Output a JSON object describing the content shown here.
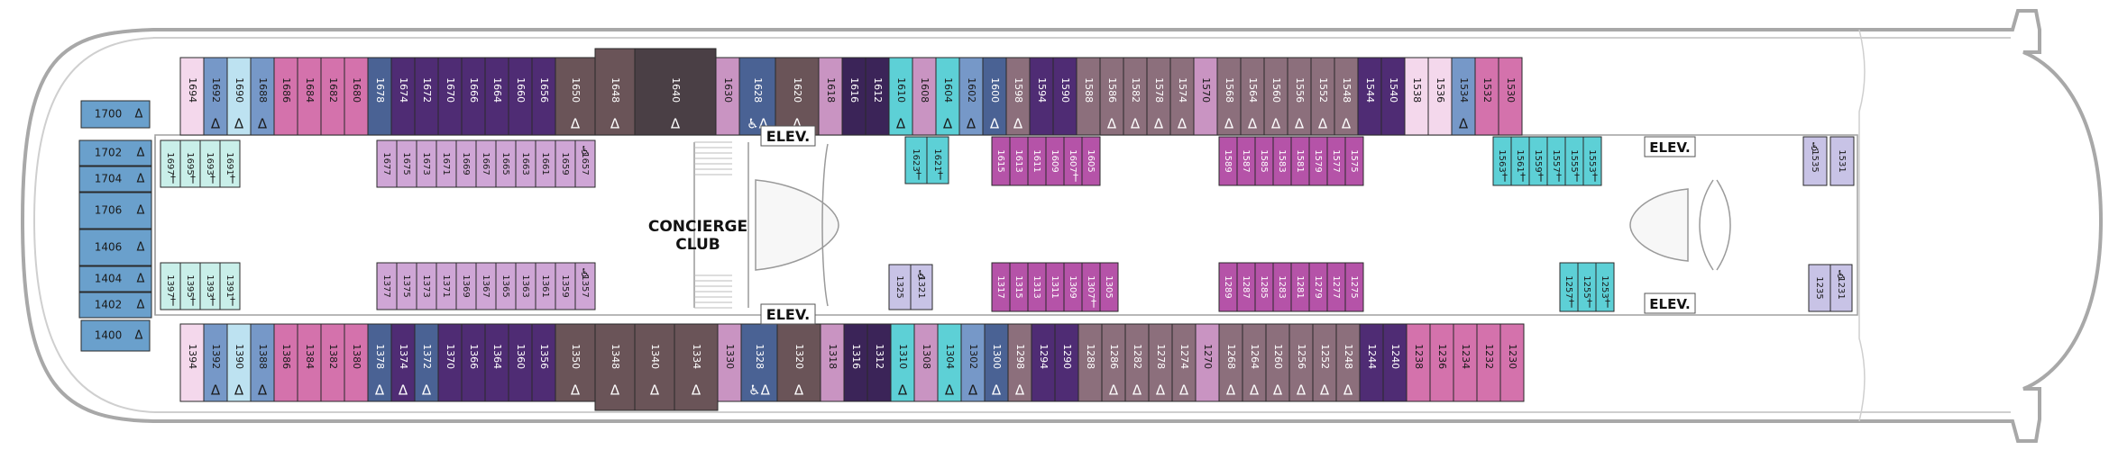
{
  "colors": {
    "aft_suite": "#6aa0cc",
    "grand_suite": "#4a3f45",
    "junior_suite": "#6a5458",
    "balcony_dark": "#3b2458",
    "balcony_purple": "#4f2c74",
    "balcony_mauve": "#8c6f7c",
    "balcony_pink": "#c994c2",
    "balcony_rose": "#d472ac",
    "balcony_lilac": "#e6a9d3",
    "balcony_slate": "#4a6294",
    "balcony_blue": "#7698c8",
    "balcony_periwinkle": "#c8bfe0",
    "balcony_light": "#f4d8ec",
    "interior_purple": "#a974c4",
    "interior_magenta": "#b553a8",
    "interior_lavender": "#cfa6d6",
    "interior_cyan": "#5dd0d6",
    "interior_mint": "#c9efe9",
    "interior_sky": "#bde2f1",
    "interior_periwinkle": "#c8c3e6"
  },
  "aft_cabins": [
    {
      "label": "1700",
      "delta": true
    },
    {
      "label": "1702",
      "delta": true
    },
    {
      "label": "1704",
      "delta": true
    },
    {
      "label": "1706",
      "delta": true
    },
    {
      "label": "1406",
      "delta": true
    },
    {
      "label": "1404",
      "delta": true
    },
    {
      "label": "1402",
      "delta": true
    },
    {
      "label": "1400",
      "delta": true
    }
  ],
  "top_row": [
    {
      "n": "1694",
      "c": "balcony_light",
      "tag": ""
    },
    {
      "n": "1692",
      "c": "balcony_blue",
      "tag": "Δ"
    },
    {
      "n": "1690",
      "c": "interior_sky",
      "tag": "Δ"
    },
    {
      "n": "1688",
      "c": "balcony_blue",
      "tag": "Δ"
    },
    {
      "n": "1686",
      "c": "balcony_rose",
      "tag": ""
    },
    {
      "n": "1684",
      "c": "balcony_rose",
      "tag": ""
    },
    {
      "n": "1682",
      "c": "balcony_rose",
      "tag": ""
    },
    {
      "n": "1680",
      "c": "balcony_rose",
      "tag": ""
    },
    {
      "n": "1678",
      "c": "balcony_slate",
      "tag": ""
    },
    {
      "n": "1674",
      "c": "balcony_purple",
      "tag": ""
    },
    {
      "n": "1672",
      "c": "balcony_purple",
      "tag": ""
    },
    {
      "n": "1670",
      "c": "balcony_purple",
      "tag": ""
    },
    {
      "n": "1666",
      "c": "balcony_purple",
      "tag": ""
    },
    {
      "n": "1664",
      "c": "balcony_purple",
      "tag": ""
    },
    {
      "n": "1660",
      "c": "balcony_purple",
      "tag": ""
    },
    {
      "n": "1656",
      "c": "balcony_purple",
      "tag": ""
    },
    {
      "n": "1650",
      "c": "junior_suite",
      "tag": "Δ"
    },
    {
      "n": "1648",
      "c": "junior_suite",
      "tag": "Δ"
    },
    {
      "n": "1640",
      "c": "grand_suite",
      "tag": "Δ"
    },
    {
      "n": "1630",
      "c": "balcony_pink",
      "tag": ""
    },
    {
      "n": "1628",
      "c": "balcony_slate",
      "tag": "♿Δ"
    },
    {
      "n": "1620",
      "c": "junior_suite",
      "tag": "Δ"
    },
    {
      "n": "1618",
      "c": "balcony_pink",
      "tag": ""
    },
    {
      "n": "1616",
      "c": "balcony_dark",
      "tag": ""
    },
    {
      "n": "1612",
      "c": "balcony_dark",
      "tag": ""
    },
    {
      "n": "1610",
      "c": "interior_cyan",
      "tag": "Δ"
    },
    {
      "n": "1608",
      "c": "balcony_pink",
      "tag": ""
    },
    {
      "n": "1604",
      "c": "interior_cyan",
      "tag": "Δ"
    },
    {
      "n": "1602",
      "c": "balcony_blue",
      "tag": "Δ"
    },
    {
      "n": "1600",
      "c": "balcony_slate",
      "tag": "Δ"
    },
    {
      "n": "1598",
      "c": "balcony_mauve",
      "tag": "Δ"
    },
    {
      "n": "1594",
      "c": "balcony_purple",
      "tag": ""
    },
    {
      "n": "1590",
      "c": "balcony_purple",
      "tag": ""
    },
    {
      "n": "1588",
      "c": "balcony_mauve",
      "tag": ""
    },
    {
      "n": "1586",
      "c": "balcony_mauve",
      "tag": "Δ"
    },
    {
      "n": "1582",
      "c": "balcony_mauve",
      "tag": "Δ"
    },
    {
      "n": "1578",
      "c": "balcony_mauve",
      "tag": "Δ"
    },
    {
      "n": "1574",
      "c": "balcony_mauve",
      "tag": "Δ"
    },
    {
      "n": "1570",
      "c": "balcony_pink",
      "tag": ""
    },
    {
      "n": "1568",
      "c": "balcony_mauve",
      "tag": "Δ"
    },
    {
      "n": "1564",
      "c": "balcony_mauve",
      "tag": "Δ"
    },
    {
      "n": "1560",
      "c": "balcony_mauve",
      "tag": "Δ"
    },
    {
      "n": "1556",
      "c": "balcony_mauve",
      "tag": "Δ"
    },
    {
      "n": "1552",
      "c": "balcony_mauve",
      "tag": "Δ"
    },
    {
      "n": "1548",
      "c": "balcony_mauve",
      "tag": "Δ"
    },
    {
      "n": "1544",
      "c": "balcony_purple",
      "tag": ""
    },
    {
      "n": "1540",
      "c": "balcony_purple",
      "tag": ""
    },
    {
      "n": "1538",
      "c": "balcony_light",
      "tag": ""
    },
    {
      "n": "1536",
      "c": "balcony_light",
      "tag": ""
    },
    {
      "n": "1534",
      "c": "balcony_blue",
      "tag": "Δ"
    },
    {
      "n": "1532",
      "c": "balcony_rose",
      "tag": ""
    },
    {
      "n": "1530",
      "c": "balcony_rose",
      "tag": ""
    }
  ],
  "bottom_row": [
    {
      "n": "1394",
      "c": "balcony_light",
      "tag": ""
    },
    {
      "n": "1392",
      "c": "balcony_blue",
      "tag": "Δ"
    },
    {
      "n": "1390",
      "c": "interior_sky",
      "tag": "Δ"
    },
    {
      "n": "1388",
      "c": "balcony_blue",
      "tag": "Δ"
    },
    {
      "n": "1386",
      "c": "balcony_rose",
      "tag": ""
    },
    {
      "n": "1384",
      "c": "balcony_rose",
      "tag": ""
    },
    {
      "n": "1382",
      "c": "balcony_rose",
      "tag": ""
    },
    {
      "n": "1380",
      "c": "balcony_rose",
      "tag": ""
    },
    {
      "n": "1378",
      "c": "balcony_slate",
      "tag": "Δ"
    },
    {
      "n": "1374",
      "c": "balcony_purple",
      "tag": "Δ"
    },
    {
      "n": "1372",
      "c": "balcony_slate",
      "tag": "Δ"
    },
    {
      "n": "1370",
      "c": "balcony_purple",
      "tag": ""
    },
    {
      "n": "1366",
      "c": "balcony_purple",
      "tag": ""
    },
    {
      "n": "1364",
      "c": "balcony_purple",
      "tag": ""
    },
    {
      "n": "1360",
      "c": "balcony_purple",
      "tag": ""
    },
    {
      "n": "1356",
      "c": "balcony_purple",
      "tag": ""
    },
    {
      "n": "1350",
      "c": "junior_suite",
      "tag": "Δ"
    },
    {
      "n": "1348",
      "c": "junior_suite",
      "tag": "Δ"
    },
    {
      "n": "1340",
      "c": "junior_suite",
      "tag": "Δ"
    },
    {
      "n": "1334",
      "c": "junior_suite",
      "tag": "Δ"
    },
    {
      "n": "1330",
      "c": "balcony_pink",
      "tag": ""
    },
    {
      "n": "1328",
      "c": "balcony_slate",
      "tag": "♿Δ"
    },
    {
      "n": "1320",
      "c": "junior_suite",
      "tag": "Δ"
    },
    {
      "n": "1318",
      "c": "balcony_pink",
      "tag": ""
    },
    {
      "n": "1316",
      "c": "balcony_dark",
      "tag": ""
    },
    {
      "n": "1312",
      "c": "balcony_dark",
      "tag": ""
    },
    {
      "n": "1310",
      "c": "interior_cyan",
      "tag": "Δ"
    },
    {
      "n": "1308",
      "c": "balcony_pink",
      "tag": ""
    },
    {
      "n": "1304",
      "c": "interior_cyan",
      "tag": "Δ"
    },
    {
      "n": "1302",
      "c": "balcony_blue",
      "tag": "Δ"
    },
    {
      "n": "1300",
      "c": "balcony_slate",
      "tag": "Δ"
    },
    {
      "n": "1298",
      "c": "balcony_mauve",
      "tag": "Δ"
    },
    {
      "n": "1294",
      "c": "balcony_purple",
      "tag": ""
    },
    {
      "n": "1290",
      "c": "balcony_purple",
      "tag": ""
    },
    {
      "n": "1288",
      "c": "balcony_mauve",
      "tag": ""
    },
    {
      "n": "1286",
      "c": "balcony_mauve",
      "tag": "Δ"
    },
    {
      "n": "1282",
      "c": "balcony_mauve",
      "tag": "Δ"
    },
    {
      "n": "1278",
      "c": "balcony_mauve",
      "tag": "Δ"
    },
    {
      "n": "1274",
      "c": "balcony_mauve",
      "tag": "Δ"
    },
    {
      "n": "1270",
      "c": "balcony_pink",
      "tag": ""
    },
    {
      "n": "1268",
      "c": "balcony_mauve",
      "tag": "Δ"
    },
    {
      "n": "1264",
      "c": "balcony_mauve",
      "tag": "Δ"
    },
    {
      "n": "1260",
      "c": "balcony_mauve",
      "tag": "Δ"
    },
    {
      "n": "1256",
      "c": "balcony_mauve",
      "tag": "Δ"
    },
    {
      "n": "1252",
      "c": "balcony_mauve",
      "tag": "Δ"
    },
    {
      "n": "1248",
      "c": "balcony_mauve",
      "tag": "Δ"
    },
    {
      "n": "1244",
      "c": "balcony_purple",
      "tag": ""
    },
    {
      "n": "1240",
      "c": "balcony_purple",
      "tag": ""
    },
    {
      "n": "1238",
      "c": "balcony_rose",
      "tag": ""
    },
    {
      "n": "1236",
      "c": "balcony_rose",
      "tag": ""
    },
    {
      "n": "1234",
      "c": "balcony_rose",
      "tag": ""
    },
    {
      "n": "1232",
      "c": "balcony_rose",
      "tag": ""
    },
    {
      "n": "1230",
      "c": "balcony_rose",
      "tag": ""
    }
  ],
  "inner_groups": [
    {
      "c": "interior_mint",
      "cells": [
        {
          "n": "1697",
          "t": "†"
        },
        {
          "n": "1695",
          "t": "†"
        },
        {
          "n": "1693",
          "t": "†"
        },
        {
          "n": "1691",
          "t": "†"
        }
      ]
    },
    {
      "c": "interior_mint",
      "cells": [
        {
          "n": "1397",
          "t": "†"
        },
        {
          "n": "1395",
          "t": "†"
        },
        {
          "n": "1393",
          "t": "†"
        },
        {
          "n": "1391",
          "t": "†"
        }
      ]
    },
    {
      "c": "interior_lavender",
      "cells": [
        {
          "n": "1677",
          "t": ""
        },
        {
          "n": "1675",
          "t": ""
        },
        {
          "n": "1673",
          "t": ""
        },
        {
          "n": "1671",
          "t": ""
        },
        {
          "n": "1669",
          "t": ""
        },
        {
          "n": "1667",
          "t": ""
        },
        {
          "n": "1665",
          "t": ""
        },
        {
          "n": "1663",
          "t": ""
        },
        {
          "n": "1661",
          "t": ""
        },
        {
          "n": "1659",
          "t": ""
        },
        {
          "n": "1657",
          "t": "♿"
        }
      ]
    },
    {
      "c": "interior_lavender",
      "cells": [
        {
          "n": "1377",
          "t": ""
        },
        {
          "n": "1375",
          "t": ""
        },
        {
          "n": "1373",
          "t": ""
        },
        {
          "n": "1371",
          "t": ""
        },
        {
          "n": "1369",
          "t": ""
        },
        {
          "n": "1367",
          "t": ""
        },
        {
          "n": "1365",
          "t": ""
        },
        {
          "n": "1363",
          "t": ""
        },
        {
          "n": "1361",
          "t": ""
        },
        {
          "n": "1359",
          "t": ""
        },
        {
          "n": "1357",
          "t": "♿"
        }
      ]
    },
    {
      "c": "interior_cyan",
      "cells": [
        {
          "n": "1623",
          "t": "†"
        },
        {
          "n": "1621",
          "t": "†"
        }
      ]
    },
    {
      "c": "interior_periwinkle",
      "cells": [
        {
          "n": "1325",
          "t": ""
        },
        {
          "n": "1321",
          "t": "♿"
        }
      ]
    },
    {
      "c": "interior_magenta",
      "cells": [
        {
          "n": "1615",
          "t": ""
        },
        {
          "n": "1613",
          "t": ""
        },
        {
          "n": "1611",
          "t": ""
        },
        {
          "n": "1609",
          "t": ""
        },
        {
          "n": "1607",
          "t": "†"
        },
        {
          "n": "1605",
          "t": ""
        }
      ]
    },
    {
      "c": "interior_magenta",
      "cells": [
        {
          "n": "1317",
          "t": ""
        },
        {
          "n": "1315",
          "t": ""
        },
        {
          "n": "1313",
          "t": ""
        },
        {
          "n": "1311",
          "t": ""
        },
        {
          "n": "1309",
          "t": ""
        },
        {
          "n": "1307",
          "t": "†"
        },
        {
          "n": "1305",
          "t": ""
        }
      ]
    },
    {
      "c": "interior_magenta",
      "cells": [
        {
          "n": "1589",
          "t": ""
        },
        {
          "n": "1587",
          "t": ""
        },
        {
          "n": "1585",
          "t": ""
        },
        {
          "n": "1583",
          "t": ""
        },
        {
          "n": "1581",
          "t": ""
        },
        {
          "n": "1579",
          "t": ""
        },
        {
          "n": "1577",
          "t": ""
        },
        {
          "n": "1575",
          "t": ""
        }
      ]
    },
    {
      "c": "interior_magenta",
      "cells": [
        {
          "n": "1289",
          "t": ""
        },
        {
          "n": "1287",
          "t": ""
        },
        {
          "n": "1285",
          "t": ""
        },
        {
          "n": "1283",
          "t": ""
        },
        {
          "n": "1281",
          "t": ""
        },
        {
          "n": "1279",
          "t": ""
        },
        {
          "n": "1277",
          "t": ""
        },
        {
          "n": "1275",
          "t": ""
        }
      ]
    },
    {
      "c": "interior_cyan",
      "cells": [
        {
          "n": "1563",
          "t": "†"
        },
        {
          "n": "1561",
          "t": "†"
        },
        {
          "n": "1559",
          "t": "†"
        },
        {
          "n": "1557",
          "t": "†"
        },
        {
          "n": "1555",
          "t": "†"
        },
        {
          "n": "1553",
          "t": "†"
        }
      ]
    },
    {
      "c": "interior_cyan",
      "cells": [
        {
          "n": "1257",
          "t": "†"
        },
        {
          "n": "1255",
          "t": "†"
        },
        {
          "n": "1253",
          "t": "†"
        }
      ]
    },
    {
      "c": "interior_periwinkle",
      "cells": [
        {
          "n": "1535",
          "t": "♿"
        }
      ]
    },
    {
      "c": "interior_periwinkle",
      "cells": [
        {
          "n": "1531",
          "t": ""
        }
      ]
    },
    {
      "c": "interior_periwinkle",
      "cells": [
        {
          "n": "1235",
          "t": ""
        },
        {
          "n": "1231",
          "t": "♿"
        }
      ]
    }
  ],
  "labels": {
    "elev_1": "ELEV.",
    "elev_2": "ELEV.",
    "elev_3": "ELEV.",
    "elev_4": "ELEV.",
    "concierge_1": "CONCIERGE",
    "concierge_2": "CLUB"
  }
}
